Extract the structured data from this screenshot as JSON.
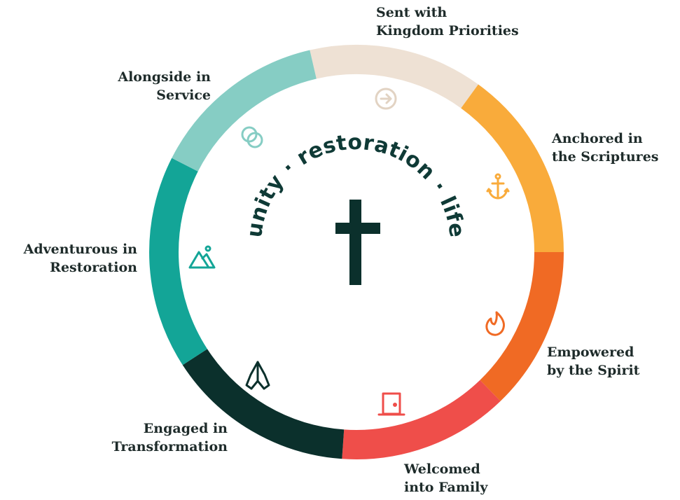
{
  "tagline": "unity · restoration · life",
  "values": [
    {
      "key": "sent",
      "line1": "Sent with",
      "line2": "Kingdom Priorities",
      "color": "#EEE1D4",
      "icon": "arrow-circle-icon"
    },
    {
      "key": "anchored",
      "line1": "Anchored in",
      "line2": "the Scriptures",
      "color": "#F9AB3B",
      "icon": "anchor-icon"
    },
    {
      "key": "empowered",
      "line1": "Empowered",
      "line2": "by the Spirit",
      "color": "#F06A24",
      "icon": "flame-icon"
    },
    {
      "key": "welcomed",
      "line1": "Welcomed",
      "line2": "into Family",
      "color": "#EF4E4A",
      "icon": "door-icon"
    },
    {
      "key": "engaged",
      "line1": "Engaged in",
      "line2": "Transformation",
      "color": "#0B302C",
      "icon": "praying-hands-icon"
    },
    {
      "key": "adventurous",
      "line1": "Adventurous in",
      "line2": "Restoration",
      "color": "#13A597",
      "icon": "mountain-icon"
    },
    {
      "key": "alongside",
      "line1": "Alongside in",
      "line2": "Service",
      "color": "#86CDC4",
      "icon": "linked-rings-icon"
    }
  ],
  "cross_color": "#0B302C"
}
